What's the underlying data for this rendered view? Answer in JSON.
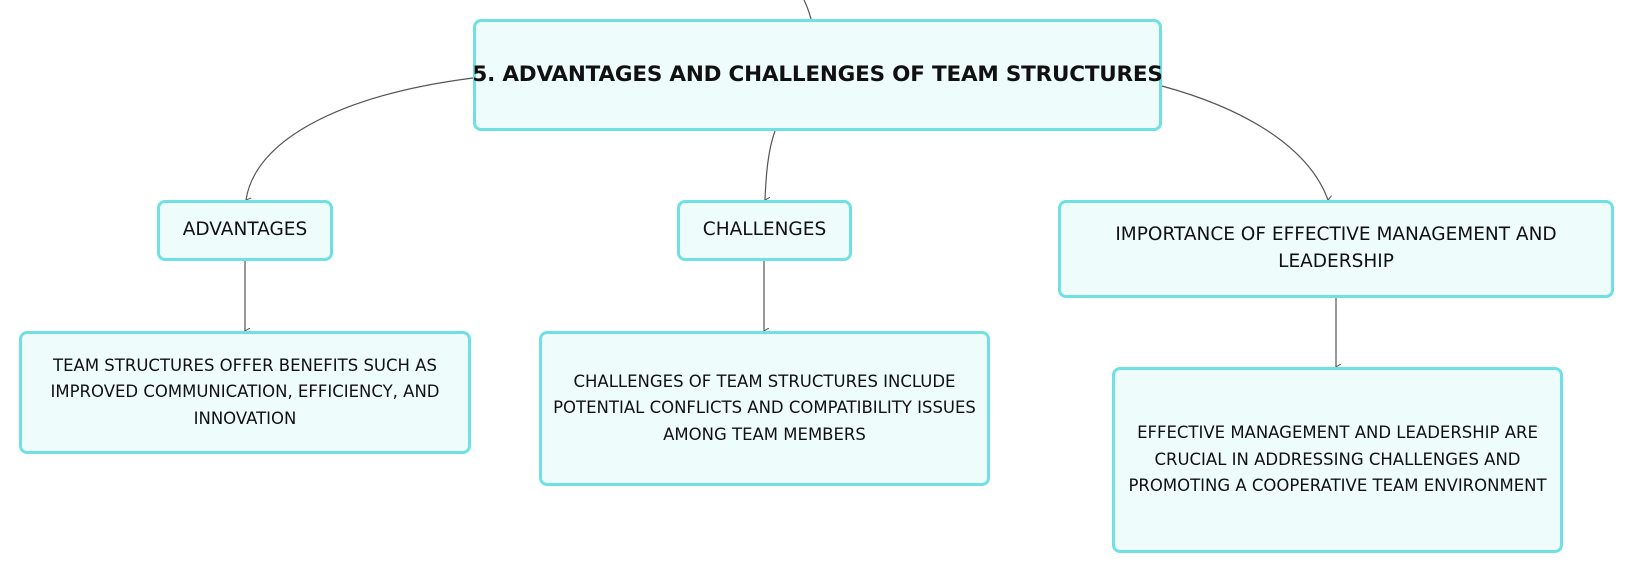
{
  "diagram": {
    "root": {
      "title": "5. ADVANTAGES AND CHALLENGES OF TEAM STRUCTURES"
    },
    "branches": [
      {
        "label": "ADVANTAGES",
        "detail": "TEAM STRUCTURES OFFER BENEFITS SUCH AS IMPROVED COMMUNICATION, EFFICIENCY, AND INNOVATION"
      },
      {
        "label": "CHALLENGES",
        "detail": "CHALLENGES OF TEAM STRUCTURES INCLUDE POTENTIAL CONFLICTS AND COMPATIBILITY ISSUES AMONG TEAM MEMBERS"
      },
      {
        "label": "IMPORTANCE OF EFFECTIVE MANAGEMENT AND LEADERSHIP",
        "detail": "EFFECTIVE MANAGEMENT AND LEADERSHIP ARE CRUCIAL IN ADDRESSING CHALLENGES AND PROMOTING A COOPERATIVE TEAM ENVIRONMENT"
      }
    ],
    "colors": {
      "node_fill": "#effcfc",
      "node_border": "#6fe0e3",
      "connector": "#555555"
    }
  }
}
